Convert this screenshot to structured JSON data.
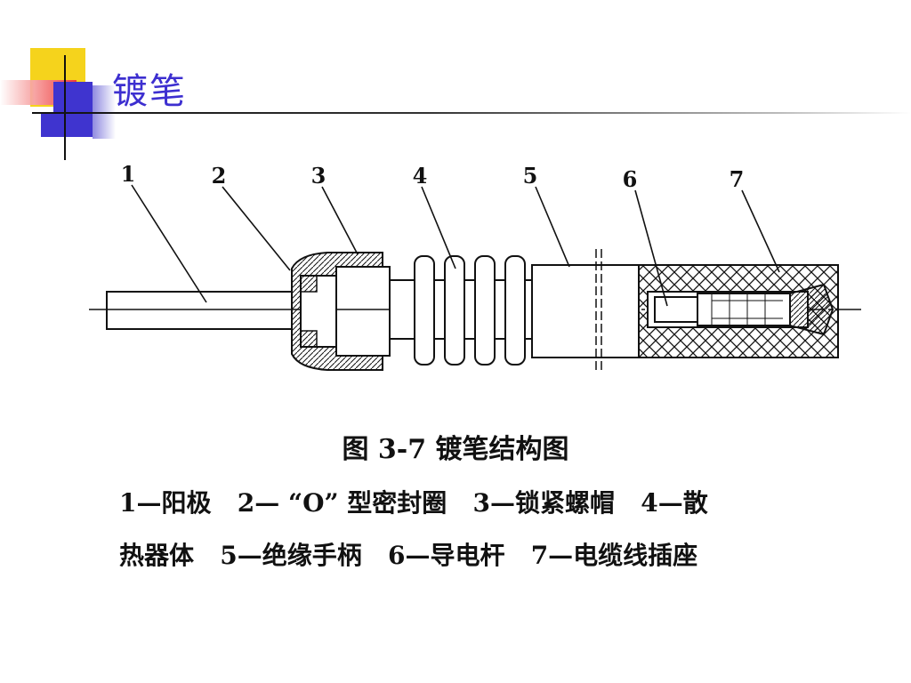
{
  "slide": {
    "title": "镀笔"
  },
  "diagram": {
    "part_labels": [
      "1",
      "2",
      "3",
      "4",
      "5",
      "6",
      "7"
    ]
  },
  "caption": "图 3-7    镀笔结构图",
  "legend": {
    "line1": "1—阳极   2— “O” 型密封圈   3—锁紧螺帽   4—散",
    "line2": "热器体   5—绝缘手柄   6—导电杆   7—电缆线插座"
  }
}
